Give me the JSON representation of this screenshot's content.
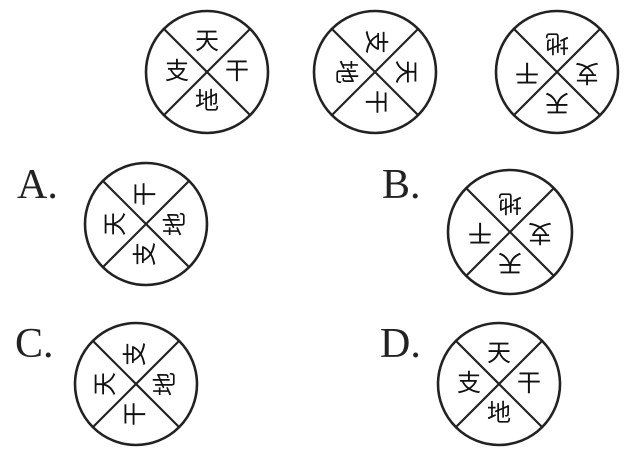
{
  "characters": {
    "tian": "天",
    "gan": "干",
    "di": "地",
    "zhi": "支"
  },
  "question": {
    "sequence": [
      {
        "top": "天",
        "right": "干",
        "bottom": "地",
        "left": "支"
      },
      {
        "top": "支",
        "right": "天",
        "bottom": "干",
        "left": "地"
      },
      {
        "top": "地",
        "right": "支",
        "bottom": "天",
        "left": "干"
      }
    ]
  },
  "options": [
    {
      "label": "A.",
      "top": "干",
      "right": "地",
      "bottom": "支",
      "left": "天"
    },
    {
      "label": "B.",
      "top": "地",
      "right": "支",
      "bottom": "天",
      "left": "干"
    },
    {
      "label": "C.",
      "top": "支",
      "right": "地",
      "bottom": "干",
      "left": "天"
    },
    {
      "label": "D.",
      "top": "天",
      "right": "干",
      "bottom": "地",
      "left": "支"
    }
  ]
}
